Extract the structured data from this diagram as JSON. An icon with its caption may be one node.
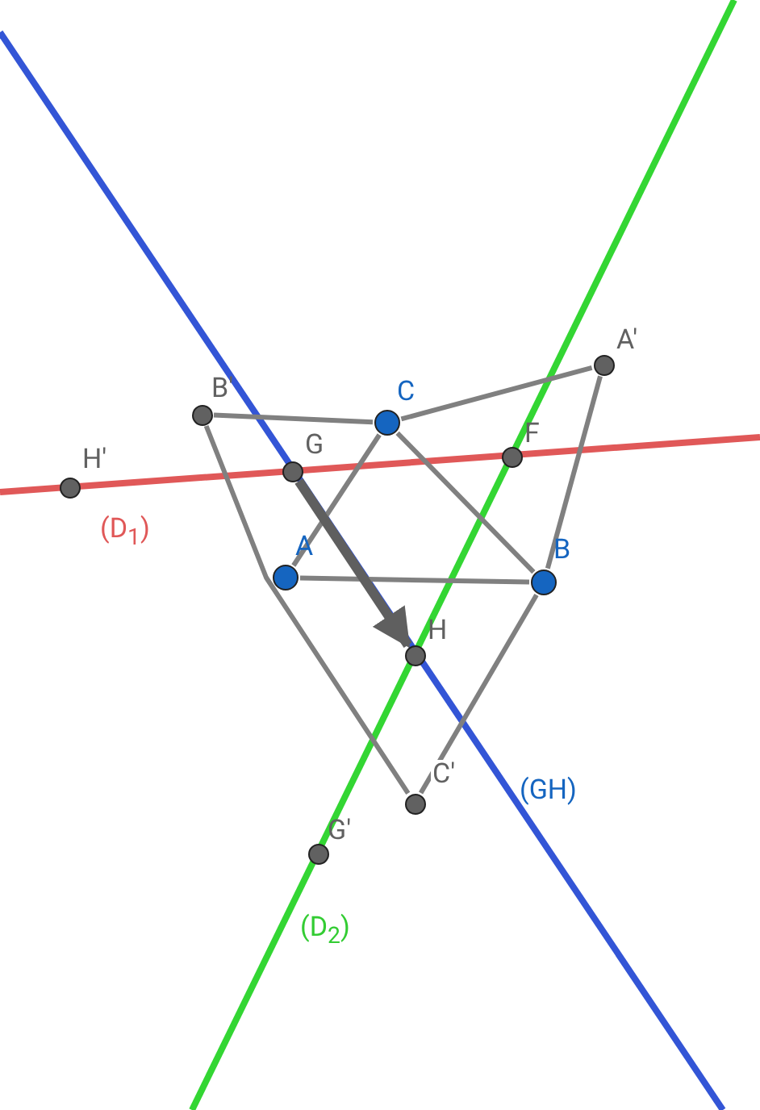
{
  "diagram": {
    "nodes": [
      {
        "text": [
          "A'"
        ]
      },
      {
        "text": [
          "B'"
        ]
      },
      {
        "text": [
          "C"
        ]
      },
      {
        "text": [
          "F"
        ]
      },
      {
        "text": [
          "G"
        ]
      },
      {
        "text": [
          "H'"
        ]
      },
      {
        "text": [
          "A"
        ]
      },
      {
        "text": [
          "B"
        ]
      },
      {
        "text": [
          "H"
        ]
      },
      {
        "text": [
          "C'"
        ]
      },
      {
        "text": [
          "G'"
        ]
      }
    ],
    "edges": [
      {
        "from": 6,
        "to": 7,
        "arrow": "none"
      },
      {
        "from": 2,
        "to": 7,
        "arrow": "none"
      },
      {
        "from": 6,
        "to": 2,
        "arrow": "none"
      },
      {
        "from": 1,
        "to": 2,
        "arrow": "none"
      },
      {
        "from": 2,
        "to": 0,
        "arrow": "none"
      },
      {
        "from": 0,
        "to": 7,
        "arrow": "none"
      },
      {
        "from": 7,
        "to": 9,
        "arrow": "none"
      },
      {
        "from": 1,
        "to": 9,
        "arrow": "none"
      },
      {
        "from": 4,
        "to": 8,
        "arrow": "to",
        "style": "thick",
        "color": "#5f5f5f"
      }
    ],
    "labels": [
      "(D$_{1}$)",
      "(GH)",
      "(D$_{2}$)"
    ]
  }
}
